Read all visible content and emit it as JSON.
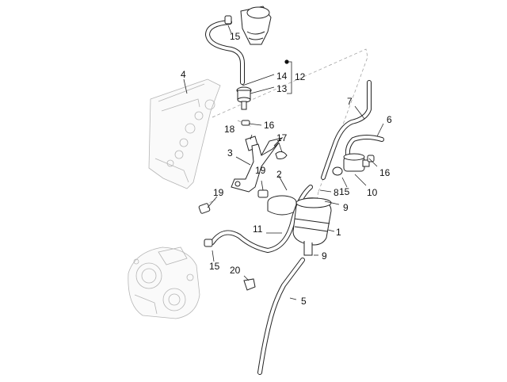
{
  "callouts": [
    {
      "id": "c1",
      "text": "1"
    },
    {
      "id": "c2",
      "text": "2"
    },
    {
      "id": "c3",
      "text": "3"
    },
    {
      "id": "c4",
      "text": "4"
    },
    {
      "id": "c5",
      "text": "5"
    },
    {
      "id": "c6",
      "text": "6"
    },
    {
      "id": "c7",
      "text": "7"
    },
    {
      "id": "c8",
      "text": "8"
    },
    {
      "id": "c9a",
      "text": "9"
    },
    {
      "id": "c9b",
      "text": "9"
    },
    {
      "id": "c10",
      "text": "10"
    },
    {
      "id": "c11",
      "text": "11"
    },
    {
      "id": "c12",
      "text": "12"
    },
    {
      "id": "c13",
      "text": "13"
    },
    {
      "id": "c14",
      "text": "14"
    },
    {
      "id": "c15a",
      "text": "15"
    },
    {
      "id": "c15b",
      "text": "15"
    },
    {
      "id": "c15c",
      "text": "15"
    },
    {
      "id": "c16a",
      "text": "16"
    },
    {
      "id": "c16b",
      "text": "16"
    },
    {
      "id": "c17",
      "text": "17"
    },
    {
      "id": "c18",
      "text": "18"
    },
    {
      "id": "c19a",
      "text": "19"
    },
    {
      "id": "c19b",
      "text": "19"
    },
    {
      "id": "c20",
      "text": "20"
    }
  ]
}
